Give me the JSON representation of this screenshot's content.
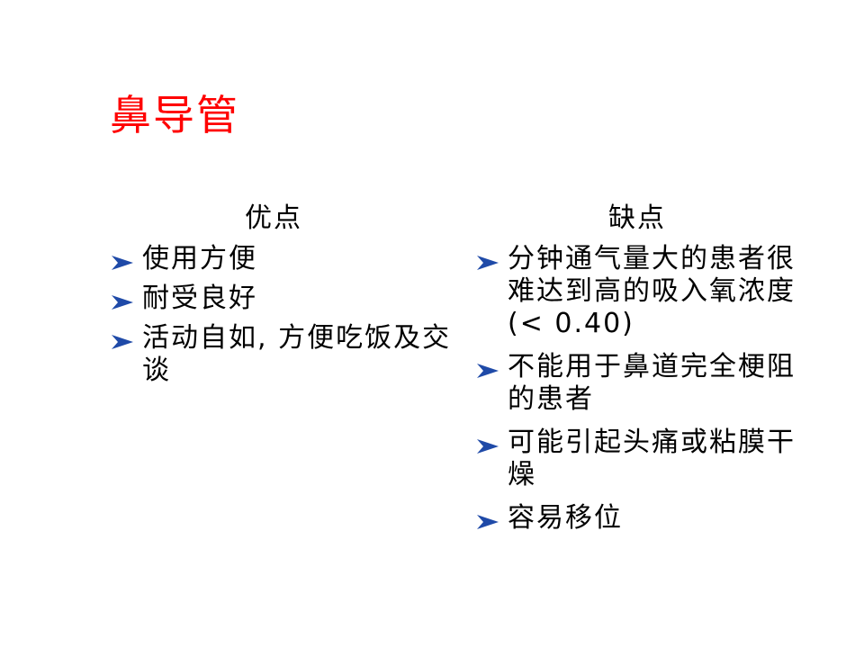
{
  "slide": {
    "title": "鼻导管",
    "title_color": "#ff0000",
    "bullet_icon": "arrow-chevron-icon",
    "bullet_color": "#1f4aa8",
    "advantages": {
      "heading": "优点",
      "items": [
        "使用方便",
        "耐受良好",
        "活动自如, 方便吃饭及交谈"
      ]
    },
    "disadvantages": {
      "heading": "缺点",
      "items": [
        "分钟通气量大的患者很难达到高的吸入氧浓度(< 0.40)",
        "不能用于鼻道完全梗阻的患者",
        "可能引起头痛或粘膜干燥",
        "容易移位"
      ]
    }
  }
}
